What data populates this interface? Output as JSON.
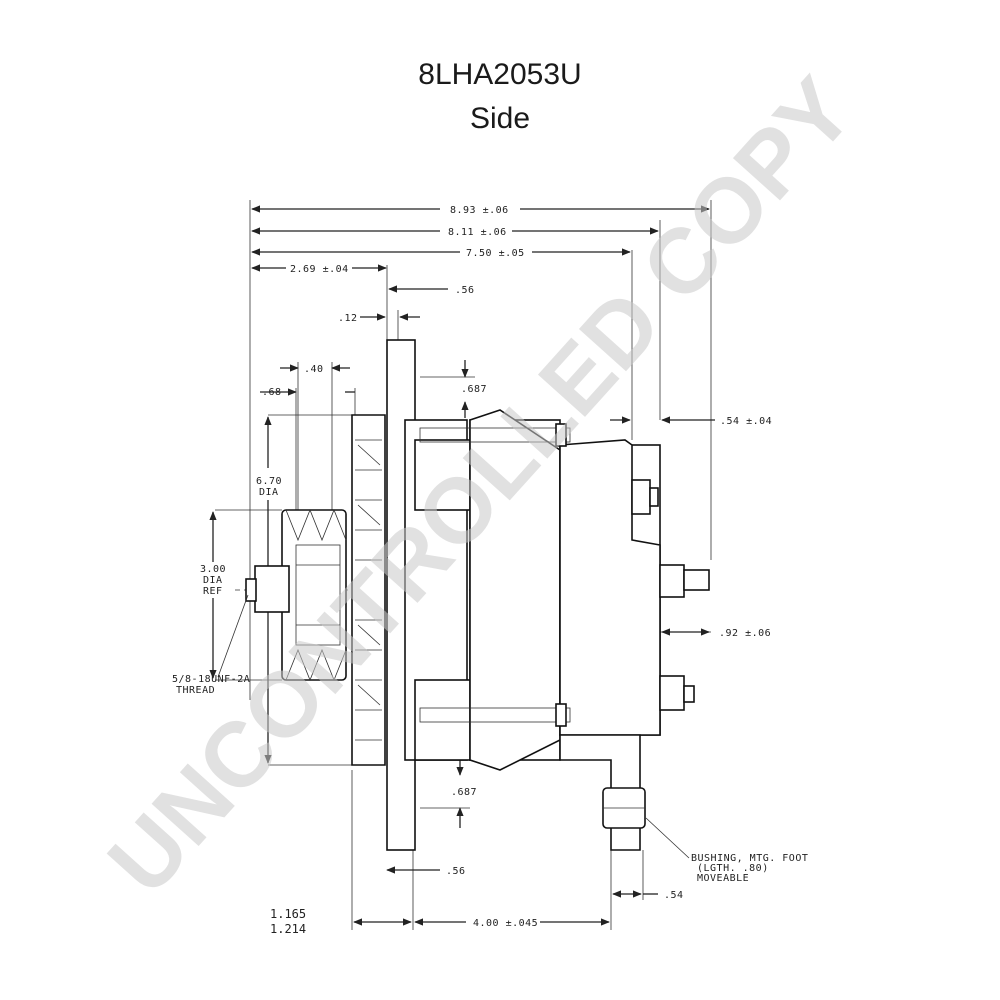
{
  "title": {
    "line1": "8LHA2053U",
    "line2": "Side"
  },
  "watermark": "UNCONTROLLED COPY",
  "dimensions": {
    "overall": "8.93 ±.06",
    "to_rear_bracket": "8.11 ±.06",
    "body_length": "7.50 ±.05",
    "pulley_to_flange": "2.69 ±.04",
    "flange_width_top": ".56",
    "flange_offset": ".12",
    "groove_pitch": ".40",
    "groove_offset": ".68",
    "ear_top": ".687",
    "rear_offset": ".54 ±.04",
    "terminal_offset": ".92 ±.06",
    "ear_bottom": ".687",
    "flange_width_bottom": ".56",
    "foot_width": ".54",
    "mount_span": "4.00 ±.045",
    "front_mount_min": "1.165",
    "front_mount_max": "1.214"
  },
  "callouts": {
    "pulley_dia_value": "6.70",
    "pulley_dia_unit": "DIA",
    "hub_dia_value": "3.00",
    "hub_dia_unit": "DIA",
    "hub_dia_ref": "REF",
    "thread_spec": "5/8-18UNF-2A",
    "thread_word": "THREAD",
    "bushing_line1": "BUSHING, MTG. FOOT",
    "bushing_line2": "(LGTH. .80)",
    "bushing_line3": "MOVEABLE"
  }
}
